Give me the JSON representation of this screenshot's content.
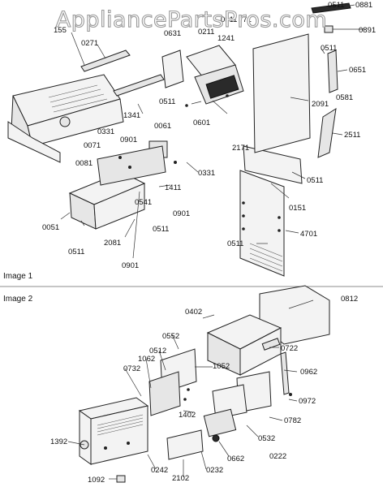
{
  "watermark": "AppliancePartsPros.com",
  "sections": [
    {
      "label": "Image 1"
    },
    {
      "label": "Image 2"
    }
  ],
  "image1_callouts": [
    "0511",
    "0881",
    "0891",
    "155",
    "0271",
    "0631",
    "0211",
    "0511",
    "1241",
    "771",
    "0511",
    "0651",
    "0581",
    "2091",
    "2511",
    "0601",
    "0511",
    "1341",
    "2171",
    "0061",
    "0331",
    "0071",
    "0901",
    "0081",
    "0331",
    "1411",
    "0151",
    "0511",
    "0541",
    "0901",
    "0051",
    "0511",
    "2081",
    "0511",
    "4701",
    "0901",
    "0511"
  ],
  "image2_callouts": [
    "0812",
    "0402",
    "0722",
    "0552",
    "0512",
    "1062",
    "0732",
    "1052",
    "0962",
    "0972",
    "1402",
    "0782",
    "0532",
    "0222",
    "0662",
    "0232",
    "1392",
    "0242",
    "2102",
    "1092"
  ]
}
